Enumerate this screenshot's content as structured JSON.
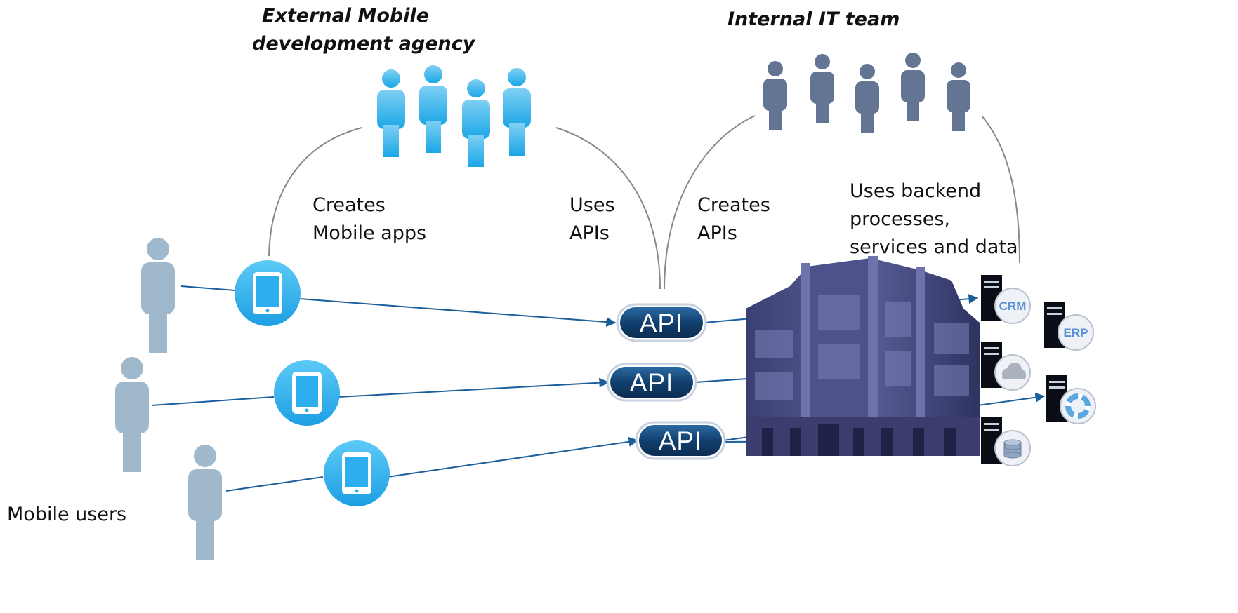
{
  "groups": {
    "external": {
      "title_line1": "External Mobile",
      "title_line2": "development agency"
    },
    "internal": {
      "title": "Internal IT team"
    }
  },
  "relations": {
    "creates_apps": [
      "Creates",
      "Mobile apps"
    ],
    "uses_apis": [
      "Uses",
      "APIs"
    ],
    "creates_apis": [
      "Creates",
      "APIs"
    ],
    "uses_backend": [
      "Uses backend",
      "processes,",
      "services and data"
    ]
  },
  "users_label": "Mobile users",
  "api_label": "API",
  "systems": {
    "crm": "CRM",
    "erp": "ERP"
  },
  "icons": [
    "person-icon",
    "tablet-icon",
    "api-pill-icon",
    "office-building-icon",
    "server-icon",
    "cloud-icon",
    "lifebuoy-icon",
    "database-icon"
  ],
  "colors": {
    "agency_people": "#36b4ec",
    "it_people": "#637592",
    "mobile_users": "#9fb8cc",
    "tablet_circle": "#2daeee",
    "api_pill": "#123f6e",
    "connector": "#1b5e9c",
    "arc": "#888888",
    "building": "#454a82"
  }
}
